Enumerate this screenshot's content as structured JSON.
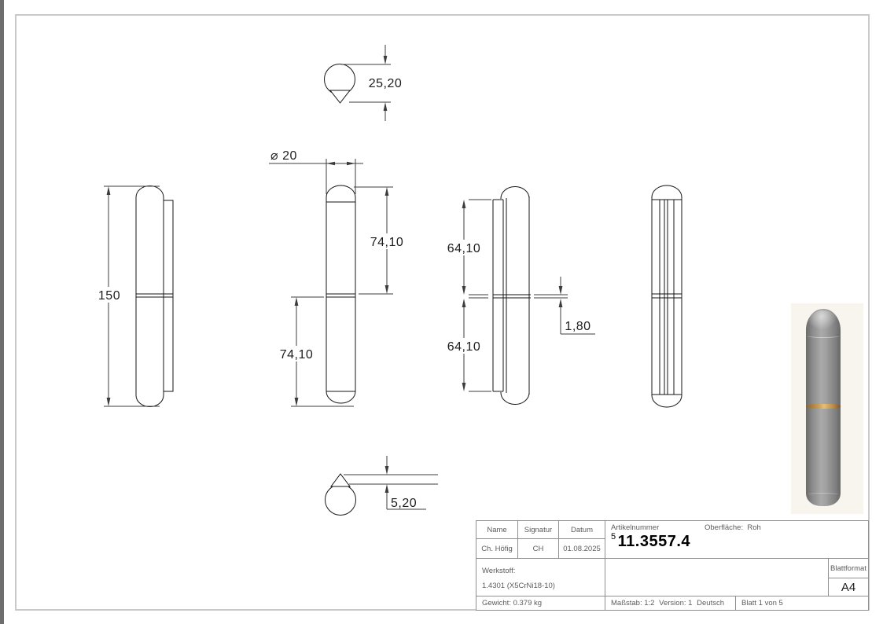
{
  "page": {
    "background": "#ffffff",
    "frame_color": "#c9c9c9"
  },
  "drawing": {
    "dimensions": {
      "total_length": "150",
      "diameter": "⌀ 20",
      "upper_half": "74,10",
      "lower_half": "74,10",
      "weld_upper": "64,10",
      "weld_lower": "64,10",
      "gap": "1,80",
      "tip_overall": "25,20",
      "tip_height": "5,20"
    }
  },
  "title_block": {
    "name_header": "Name",
    "signatur_header": "Signatur",
    "datum_header": "Datum",
    "name": "Ch. Höfig",
    "signatur": "CH",
    "datum": "01.08.2025",
    "artikelnummer_label": "Artikelnummer",
    "artikelnummer_prefix": "5",
    "artikelnummer": "11.3557.4",
    "oberflaeche_label": "Oberfläche:",
    "oberflaeche_value": "Roh",
    "werkstoff_label": "Werkstoff:",
    "werkstoff_value": "1.4301 (X5CrNi18-10)",
    "gewicht": "Gewicht: 0.379 kg",
    "massstab": "Maßstab: 1:2",
    "version": "Version: 1",
    "sprache": "Deutsch",
    "blatt": "Blatt 1 von 5",
    "blattformat_label": "Blattformat",
    "blattformat_value": "A4"
  }
}
